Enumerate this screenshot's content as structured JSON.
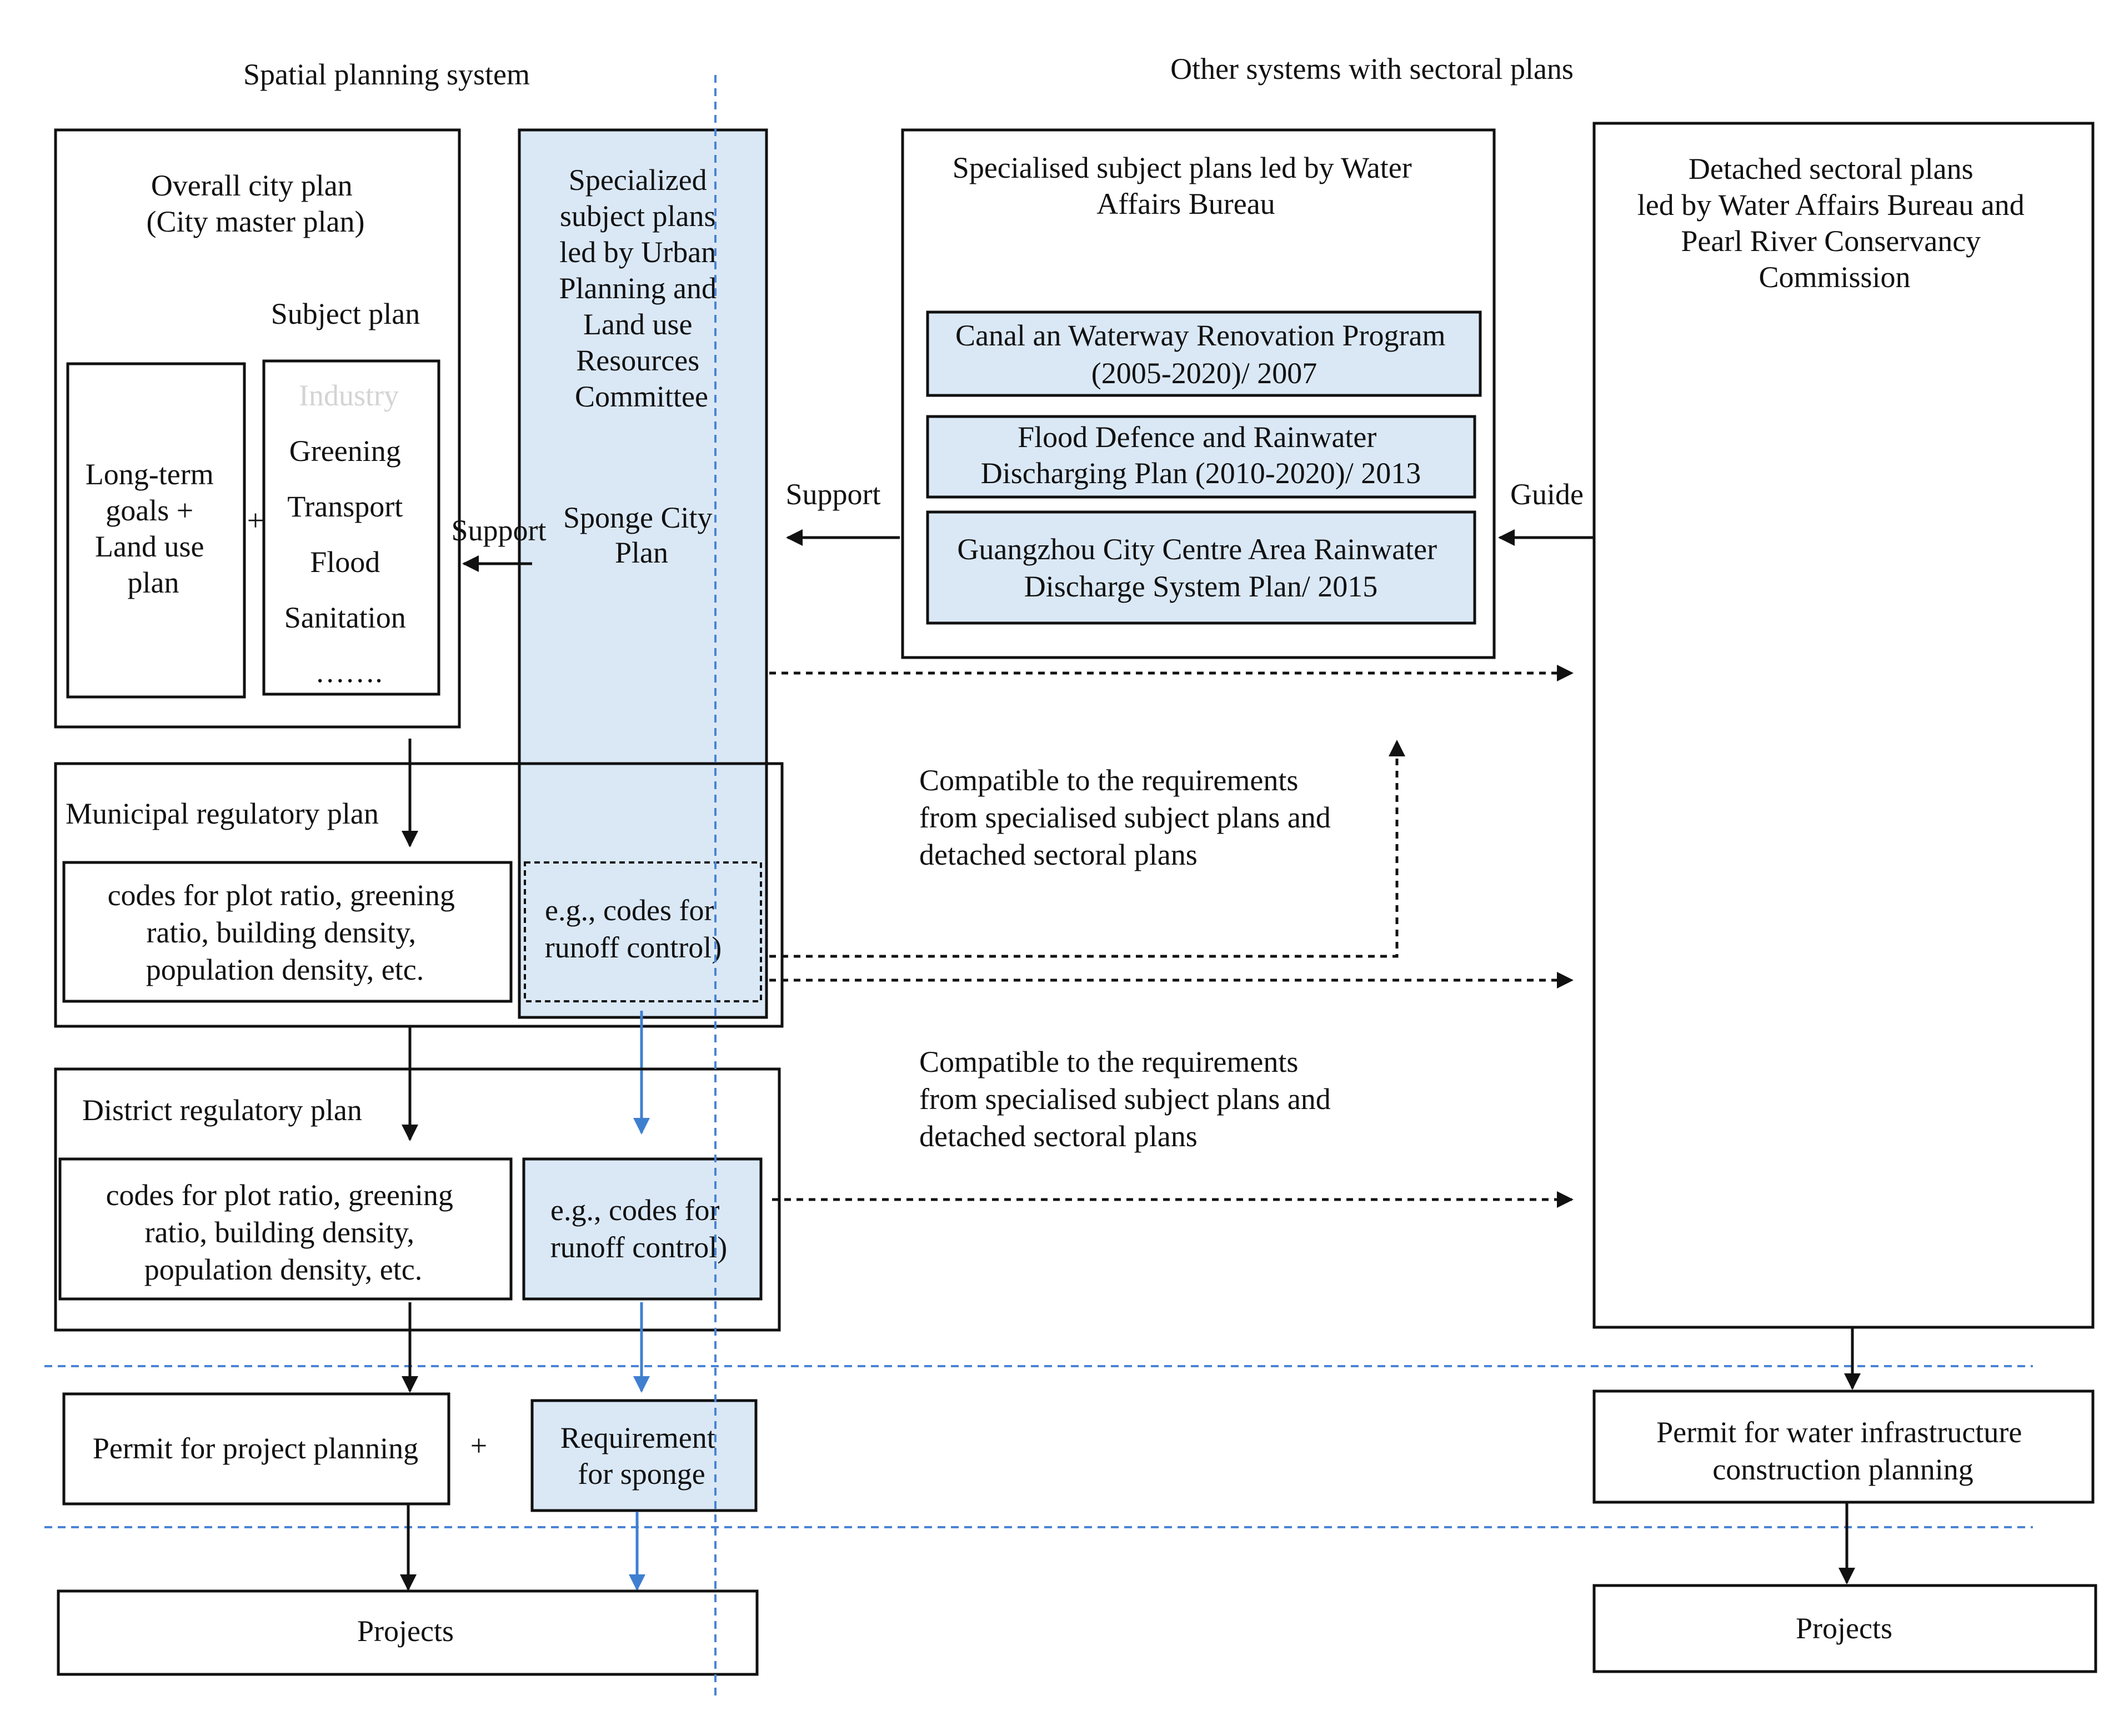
{
  "headers": {
    "spatial": "Spatial planning system",
    "other": "Other systems with sectoral plans"
  },
  "overall": {
    "title": [
      "Overall city plan",
      "(City master plan)"
    ],
    "subject_label": "Subject plan",
    "long_term": [
      "Long-term",
      "goals +",
      "Land use",
      "plan"
    ],
    "plus": "+",
    "subject_items": [
      "Greening",
      "Transport",
      "Flood",
      "Sanitation",
      "……."
    ],
    "faded_item": "Industry",
    "faded_color": "#d4d4d4"
  },
  "specialized": {
    "title": [
      "Specialized",
      "subject plans",
      "led by Urban",
      "Planning and",
      "Land use",
      "Resources",
      "Committee"
    ],
    "sponge": [
      "Sponge City",
      "Plan"
    ],
    "fill_color": "#dae8f6"
  },
  "support_left": "Support",
  "support_right": "Support",
  "guide": "Guide",
  "water_affairs": {
    "title": [
      "Specialised subject plans led by Water",
      "Affairs Bureau"
    ],
    "plans": [
      [
        "Canal an Waterway Renovation Program",
        "(2005-2020)/ 2007"
      ],
      [
        "Flood Defence and Rainwater",
        "Discharging Plan (2010-2020)/ 2013"
      ],
      [
        "Guangzhou City Centre Area Rainwater",
        "Discharge System Plan/ 2015"
      ]
    ]
  },
  "detached": {
    "title": [
      "Detached sectoral plans",
      "led by Water Affairs Bureau and",
      "Pearl River Conservancy",
      "Commission"
    ]
  },
  "municipal": {
    "title": "Municipal regulatory plan",
    "codes": [
      "codes for plot ratio, greening",
      "ratio, building density,",
      "population density, etc."
    ],
    "eg": [
      "e.g., codes for",
      "runoff control)"
    ]
  },
  "district": {
    "title": "District regulatory plan",
    "codes": [
      "codes for plot ratio, greening",
      "ratio, building density,",
      "population density, etc."
    ],
    "eg": [
      "e.g., codes for",
      "runoff control)"
    ]
  },
  "compatible_1": [
    "Compatible  to the requirements",
    "from specialised subject plans and",
    "detached sectoral plans"
  ],
  "compatible_2": [
    "Compatible  to the requirements",
    "from specialised subject plans and",
    "detached sectoral plans"
  ],
  "permit_project": "Permit for project planning",
  "permit_plus": "+",
  "requirement": [
    "Requirement",
    "for sponge"
  ],
  "permit_water": [
    "Permit for water infrastructure",
    "construction planning"
  ],
  "projects_left": "Projects",
  "projects_right": "Projects",
  "colors": {
    "accent_blue": "#3f7fd0",
    "light_blue_fill": "#dae8f6"
  }
}
